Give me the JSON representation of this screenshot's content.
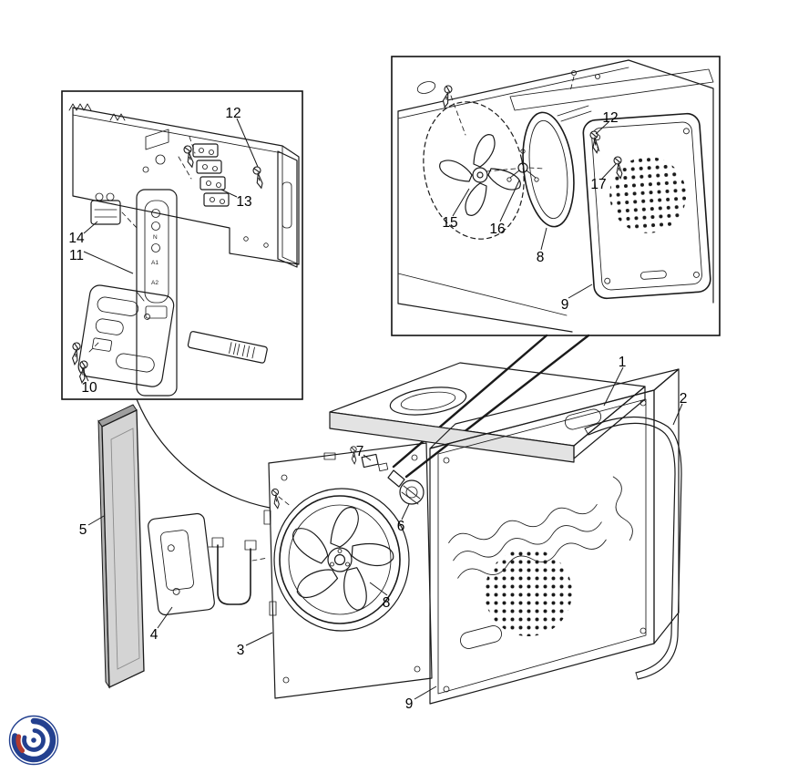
{
  "figure": {
    "kind": "exploded-parts-diagram"
  },
  "colors": {
    "line": "#1a1a1a",
    "glass_fill": "#d4d4d4",
    "hatch_fill": "#e3e3e3",
    "logo_blue": "#23408f",
    "logo_red": "#b23a2e"
  },
  "callouts": [
    {
      "id": "inset-left-12",
      "label": "12"
    },
    {
      "id": "inset-left-13",
      "label": "13"
    },
    {
      "id": "inset-left-14",
      "label": "14"
    },
    {
      "id": "inset-left-11",
      "label": "11"
    },
    {
      "id": "inset-left-10",
      "label": "10"
    },
    {
      "id": "inset-right-12",
      "label": "12"
    },
    {
      "id": "inset-right-17",
      "label": "17"
    },
    {
      "id": "inset-right-15",
      "label": "15"
    },
    {
      "id": "inset-right-16",
      "label": "16"
    },
    {
      "id": "inset-right-8",
      "label": "8"
    },
    {
      "id": "inset-right-9",
      "label": "9"
    },
    {
      "id": "main-1",
      "label": "1"
    },
    {
      "id": "main-2",
      "label": "2"
    },
    {
      "id": "main-5",
      "label": "5"
    },
    {
      "id": "main-7",
      "label": "7"
    },
    {
      "id": "main-6",
      "label": "6"
    },
    {
      "id": "main-8",
      "label": "8"
    },
    {
      "id": "main-4",
      "label": "4"
    },
    {
      "id": "main-3",
      "label": "3"
    },
    {
      "id": "main-9",
      "label": "9"
    }
  ],
  "panel_markings": {
    "n": "N",
    "a1": "A1",
    "a2": "A2"
  }
}
